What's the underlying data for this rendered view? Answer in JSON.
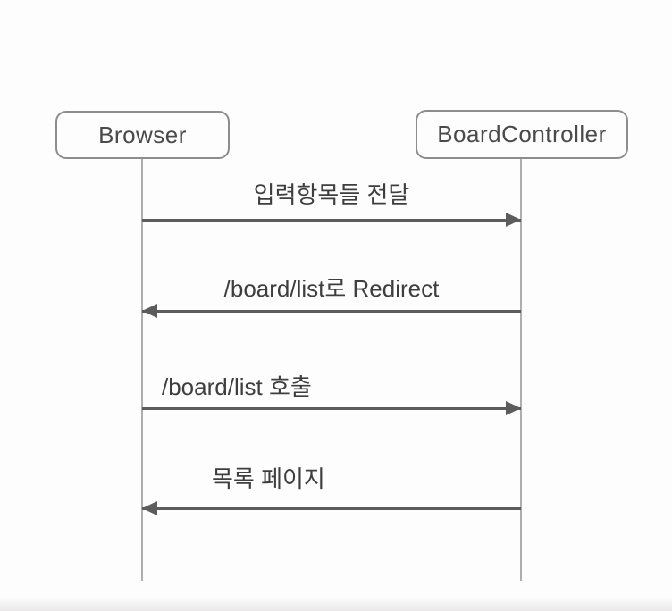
{
  "diagram": {
    "type": "sequence-diagram",
    "actors": [
      {
        "id": "browser",
        "label": "Browser"
      },
      {
        "id": "boardcontroller",
        "label": "BoardController"
      }
    ],
    "messages": [
      {
        "label": "입력항목들 전달",
        "from": "Browser",
        "to": "BoardController",
        "direction": "right"
      },
      {
        "label": "/board/list로 Redirect",
        "from": "BoardController",
        "to": "Browser",
        "direction": "left"
      },
      {
        "label": "/board/list 호출",
        "from": "Browser",
        "to": "BoardController",
        "direction": "right"
      },
      {
        "label": "목록 페이지",
        "from": "BoardController",
        "to": "Browser",
        "direction": "left"
      }
    ],
    "colors": {
      "box_border": "#8d8d8d",
      "arrow": "#5c5c5c",
      "lifeline": "#aeaeae",
      "text": "#3e3e3e",
      "background": "#fdfdfd"
    }
  }
}
